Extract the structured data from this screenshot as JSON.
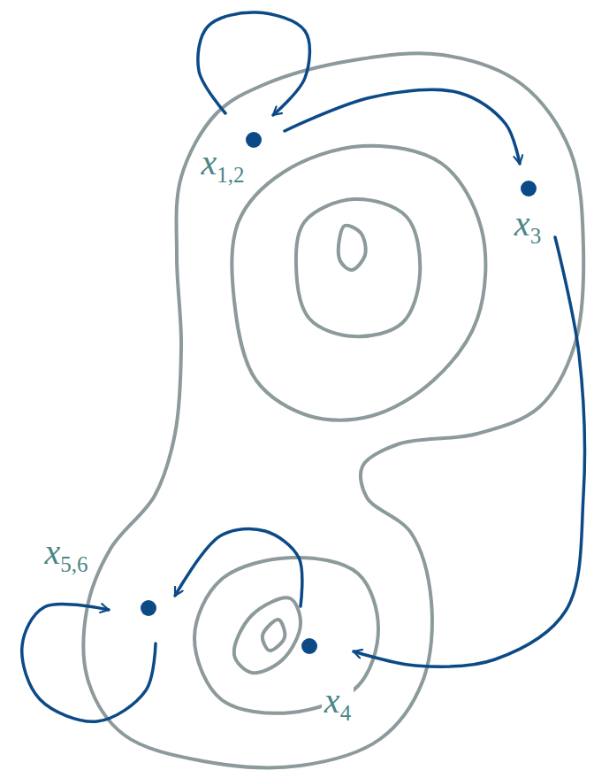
{
  "diagram": {
    "nodes": [
      {
        "text": [
          "x1,2"
        ]
      },
      {
        "text": [
          "x3"
        ]
      },
      {
        "text": [
          "x5,6"
        ]
      },
      {
        "text": [
          "x4"
        ]
      }
    ],
    "edges": [
      {
        "from": 0,
        "to": 0,
        "arrow": "to"
      },
      {
        "from": 0,
        "to": 1,
        "arrow": "to"
      },
      {
        "from": 1,
        "to": 3,
        "arrow": "to"
      },
      {
        "from": 3,
        "to": 2,
        "arrow": "to"
      },
      {
        "from": 2,
        "to": 2,
        "arrow": "to"
      }
    ]
  }
}
